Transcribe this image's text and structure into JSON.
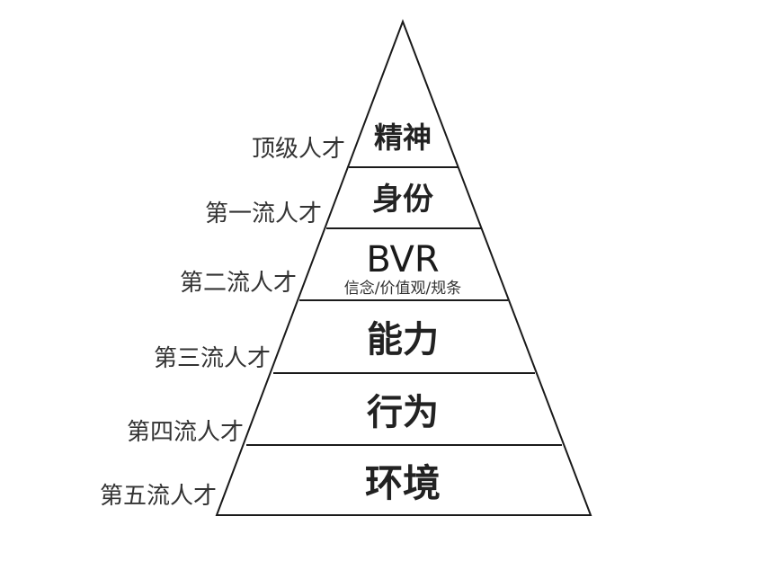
{
  "pyramid": {
    "levels": [
      {
        "title": "精神",
        "subtitle": "",
        "side_label": "顶级人才"
      },
      {
        "title": "身份",
        "subtitle": "",
        "side_label": "第一流人才"
      },
      {
        "title": "BVR",
        "subtitle": "信念/价值观/规条",
        "side_label": "第二流人才"
      },
      {
        "title": "能力",
        "subtitle": "",
        "side_label": "第三流人才"
      },
      {
        "title": "行为",
        "subtitle": "",
        "side_label": "第四流人才"
      },
      {
        "title": "环境",
        "subtitle": "",
        "side_label": "第五流人才"
      }
    ]
  }
}
